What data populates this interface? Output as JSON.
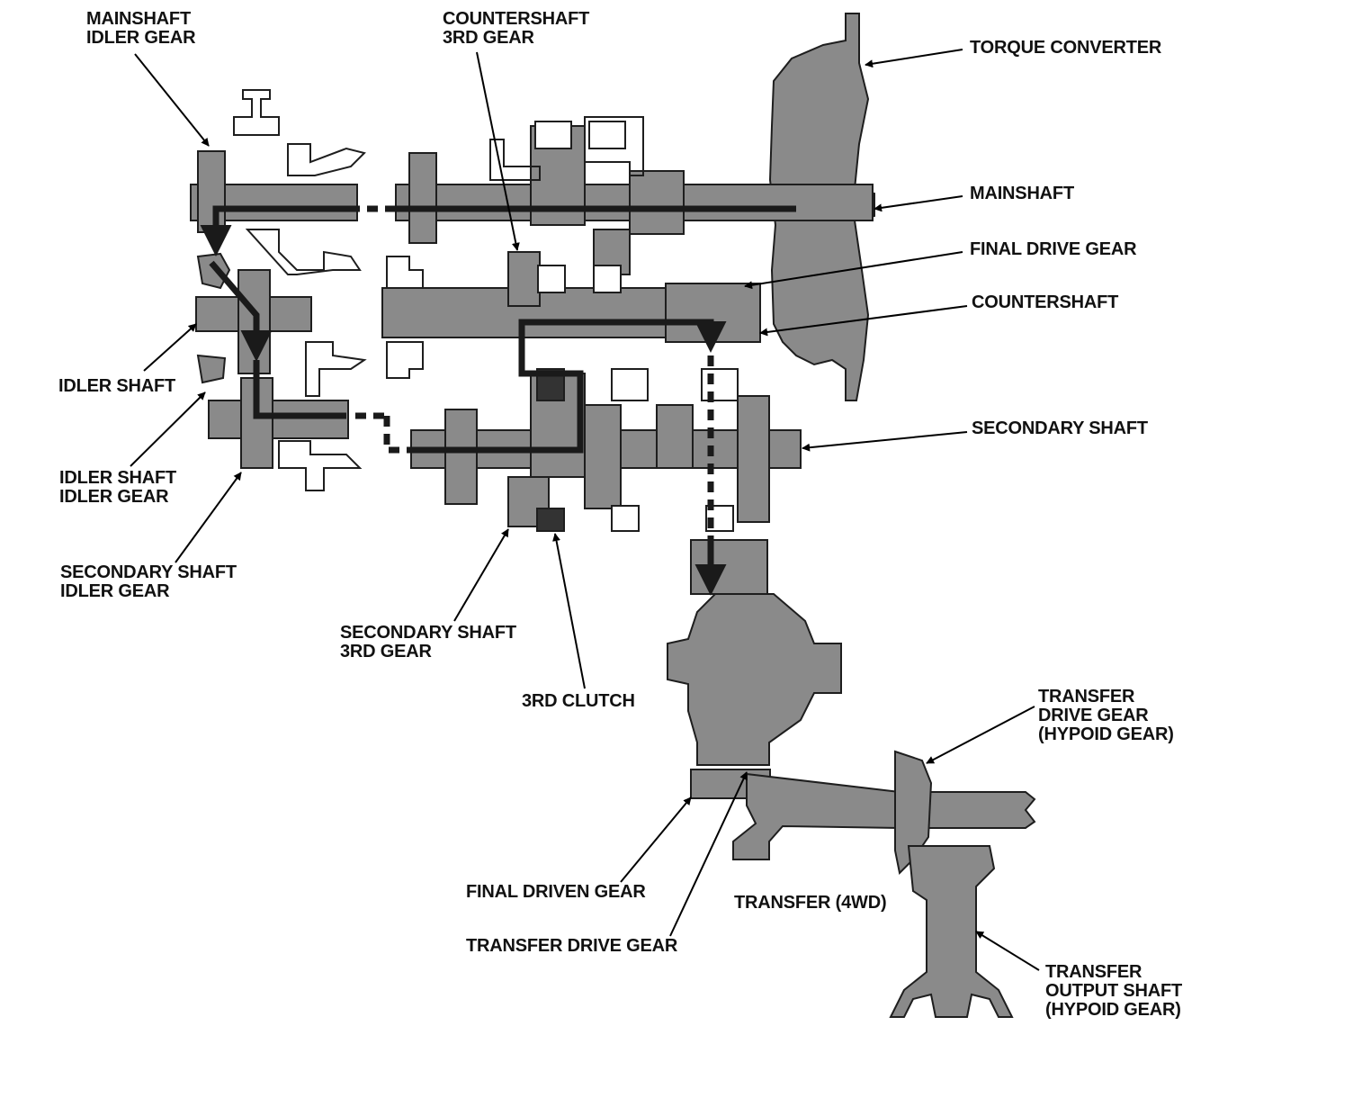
{
  "labels": {
    "mainshaft_idler_gear": [
      "MAINSHAFT",
      "IDLER GEAR"
    ],
    "countershaft_3rd_gear": [
      "COUNTERSHAFT",
      "3RD GEAR"
    ],
    "torque_converter": [
      "TORQUE CONVERTER"
    ],
    "mainshaft": [
      "MAINSHAFT"
    ],
    "final_drive_gear": [
      "FINAL DRIVE GEAR"
    ],
    "countershaft": [
      "COUNTERSHAFT"
    ],
    "idler_shaft": [
      "IDLER SHAFT"
    ],
    "secondary_shaft": [
      "SECONDARY SHAFT"
    ],
    "idler_shaft_idler_gear": [
      "IDLER SHAFT",
      "IDLER GEAR"
    ],
    "secondary_shaft_idler_gear": [
      "SECONDARY SHAFT",
      "IDLER GEAR"
    ],
    "secondary_shaft_3rd_gear": [
      "SECONDARY SHAFT",
      "3RD GEAR"
    ],
    "third_clutch": [
      "3RD CLUTCH"
    ],
    "transfer_drive_gear_hypoid": [
      "TRANSFER",
      "DRIVE GEAR",
      "(HYPOID GEAR)"
    ],
    "final_driven_gear": [
      "FINAL DRIVEN GEAR"
    ],
    "transfer_4wd": [
      "TRANSFER (4WD)"
    ],
    "transfer_drive_gear": [
      "TRANSFER DRIVE GEAR"
    ],
    "transfer_output_shaft": [
      "TRANSFER",
      "OUTPUT SHAFT",
      "(HYPOID GEAR)"
    ]
  },
  "colors": {
    "component_fill": "#8a8a8a",
    "component_stroke": "#1e1e1e",
    "power_flow": "#1a1a1a",
    "leader": "#000000",
    "background": "#ffffff"
  }
}
